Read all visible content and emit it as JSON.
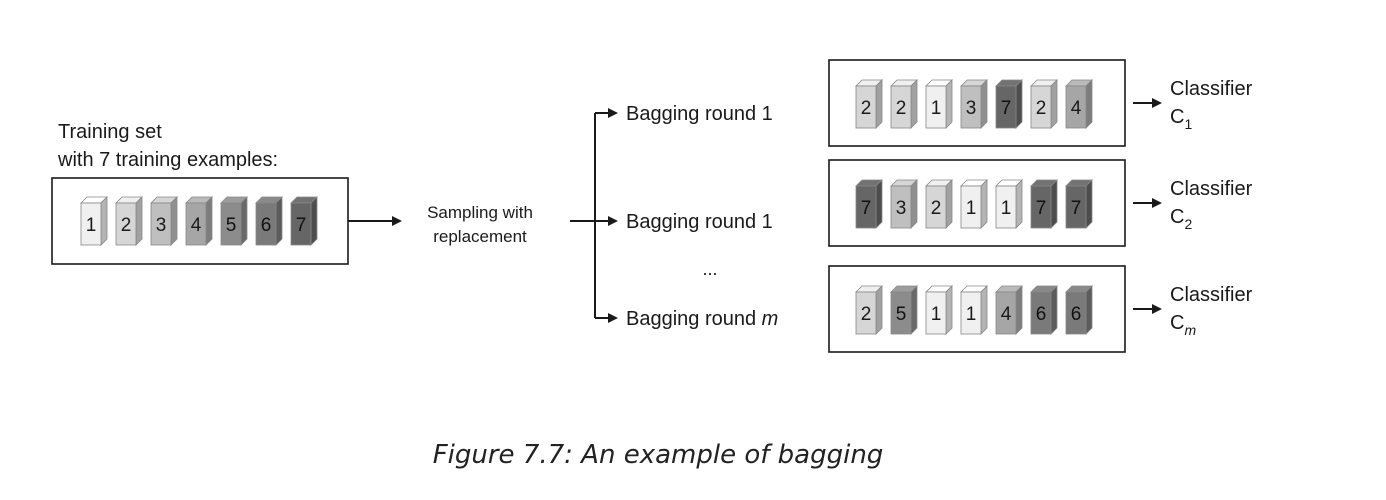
{
  "training_set": {
    "label_line1": "Training set",
    "label_line2": "with 7 training examples:",
    "examples": [
      1,
      2,
      3,
      4,
      5,
      6,
      7
    ]
  },
  "sampling": {
    "line1": "Sampling with",
    "line2": "replacement"
  },
  "rounds": [
    {
      "label": "Bagging round 1",
      "samples": [
        2,
        2,
        1,
        3,
        7,
        2,
        4
      ],
      "classifier": "Classifier",
      "classifier_symbol": "C",
      "classifier_sub": "1"
    },
    {
      "label": "Bagging round 1",
      "samples": [
        7,
        3,
        2,
        1,
        1,
        7,
        7
      ],
      "classifier": "Classifier",
      "classifier_symbol": "C",
      "classifier_sub": "2"
    },
    {
      "label": "Bagging round",
      "label_var": "m",
      "samples": [
        2,
        5,
        1,
        1,
        4,
        6,
        6
      ],
      "classifier": "Classifier",
      "classifier_symbol": "C",
      "classifier_sub": "m"
    }
  ],
  "ellipsis": "...",
  "example_shades": {
    "1": "#f0f0f0",
    "2": "#d6d6d6",
    "3": "#bfbfbf",
    "4": "#a6a6a6",
    "5": "#8c8c8c",
    "6": "#7a7a7a",
    "7": "#666666"
  },
  "caption": "Figure 7.7: An example of bagging"
}
